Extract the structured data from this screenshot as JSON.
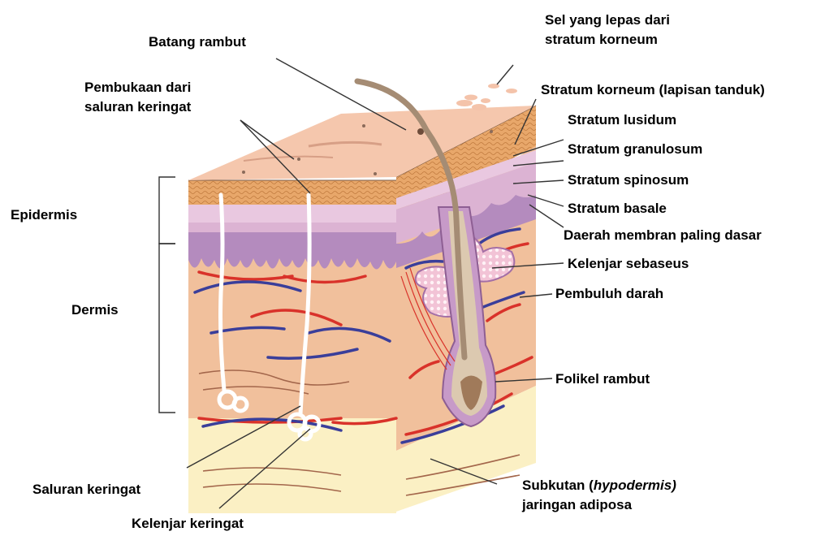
{
  "labels": {
    "batang_rambut": "Batang rambut",
    "sel_lepas_line1": "Sel yang lepas dari",
    "sel_lepas_line2": "stratum korneum",
    "pembukaan_line1": "Pembukaan dari",
    "pembukaan_line2": "saluran keringat",
    "stratum_korneum": "Stratum korneum (lapisan tanduk)",
    "stratum_lusidum": "Stratum lusidum",
    "stratum_granulosum": "Stratum granulosum",
    "stratum_spinosum": "Stratum spinosum",
    "stratum_basale": "Stratum basale",
    "daerah_membran": "Daerah membran paling dasar",
    "epidermis": "Epidermis",
    "dermis": "Dermis",
    "kelenjar_sebaseus": "Kelenjar sebaseus",
    "pembuluh_darah": "Pembuluh darah",
    "folikel_rambut": "Folikel rambut",
    "subkutan_main": "Subkutan (",
    "subkutan_italic": "hypodermis)",
    "subkutan_line2": "jaringan adiposa",
    "saluran_keringat": "Saluran keringat",
    "kelenjar_keringat": "Kelenjar keringat"
  },
  "colors": {
    "skin_surface": "#f5c7ad",
    "epidermis_orange": "#e8a76a",
    "stratum_pink": "#e9c8e0",
    "basal_purple": "#b48bbe",
    "dermis": "#f1c09c",
    "hypodermis": "#fbf0c4",
    "artery": "#d9322a",
    "vein": "#3a3e9a",
    "hair": "#a58c74"
  }
}
